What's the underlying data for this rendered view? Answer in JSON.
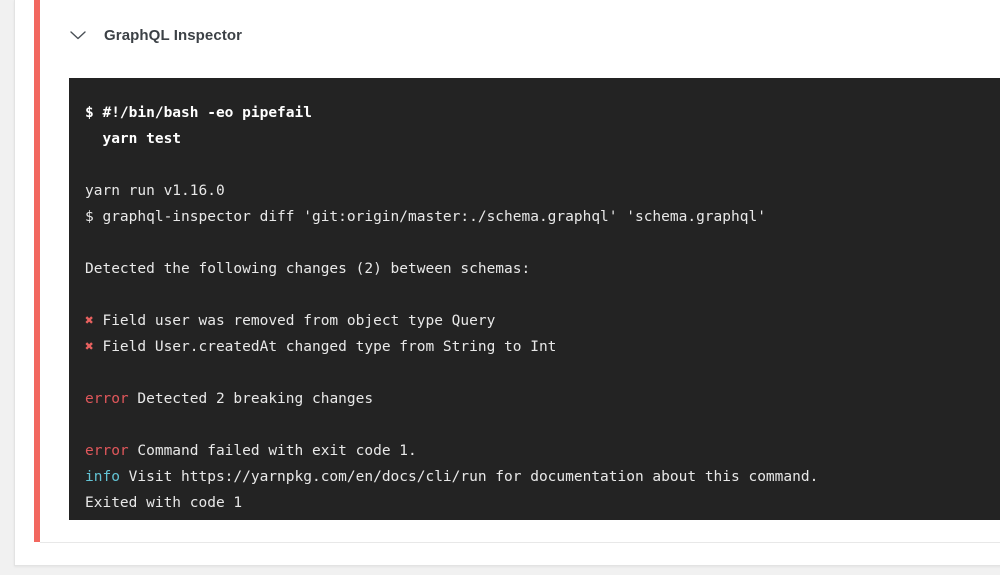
{
  "check": {
    "title": "GraphQL Inspector",
    "collapse_icon": "chevron-down-icon",
    "status_color": "#f2675f"
  },
  "terminal": {
    "background_color": "#232323",
    "error_color": "#e0575b",
    "info_color": "#62c3d4",
    "fail_mark_color": "#e8615f",
    "fail_mark_glyph": "✖",
    "lines": [
      {
        "type": "command",
        "text": "$ #!/bin/bash -eo pipefail"
      },
      {
        "type": "command",
        "text": "  yarn test"
      },
      {
        "type": "blank",
        "text": ""
      },
      {
        "type": "plain",
        "text": "yarn run v1.16.0"
      },
      {
        "type": "plain",
        "text": "$ graphql-inspector diff 'git:origin/master:./schema.graphql' 'schema.graphql'"
      },
      {
        "type": "blank",
        "text": ""
      },
      {
        "type": "plain",
        "text": "Detected the following changes (2) between schemas:"
      },
      {
        "type": "blank",
        "text": ""
      },
      {
        "type": "fail",
        "mark": "✖",
        "text": " Field user was removed from object type Query"
      },
      {
        "type": "fail",
        "mark": "✖",
        "text": " Field User.createdAt changed type from String to Int"
      },
      {
        "type": "blank",
        "text": ""
      },
      {
        "type": "error",
        "label": "error",
        "text": " Detected 2 breaking changes"
      },
      {
        "type": "blank",
        "text": ""
      },
      {
        "type": "error",
        "label": "error",
        "text": " Command failed with exit code 1."
      },
      {
        "type": "info",
        "label": "info",
        "text": " Visit https://yarnpkg.com/en/docs/cli/run for documentation about this command."
      },
      {
        "type": "plain",
        "text": "Exited with code 1"
      }
    ]
  }
}
